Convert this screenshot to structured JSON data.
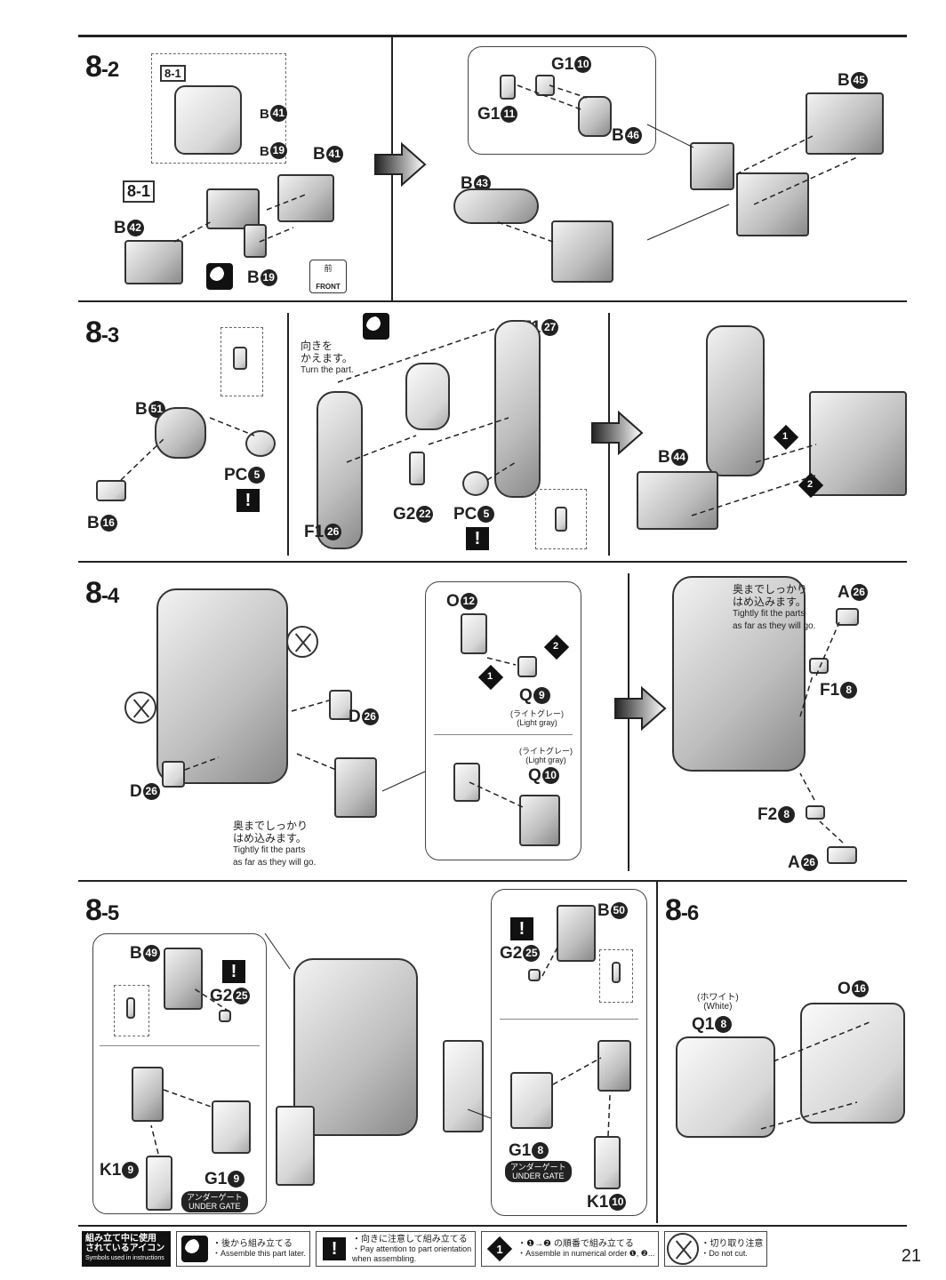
{
  "steps": {
    "s82": {
      "title_main": "8",
      "title_sub": "-2"
    },
    "s83": {
      "title_main": "8",
      "title_sub": "-3"
    },
    "s84": {
      "title_main": "8",
      "title_sub": "-4"
    },
    "s85": {
      "title_main": "8",
      "title_sub": "-5"
    },
    "s86": {
      "title_main": "8",
      "title_sub": "-6"
    }
  },
  "s82_labels": {
    "ref_small": "8-1",
    "ref_big": "8-1",
    "b41_a": "B",
    "b41_a_n": "41",
    "b19_a": "B",
    "b19_a_n": "19",
    "b41_b": "B",
    "b41_b_n": "41",
    "b42": "B",
    "b42_n": "42",
    "b19_b": "B",
    "b19_b_n": "19",
    "g1_10": "G1",
    "g1_10_n": "10",
    "g1_11": "G1",
    "g1_11_n": "11",
    "b46": "B",
    "b46_n": "46",
    "b45": "B",
    "b45_n": "45",
    "b43": "B",
    "b43_n": "43",
    "front_jp": "前",
    "front_en": "FRONT"
  },
  "s83_labels": {
    "b51": "B",
    "b51_n": "51",
    "pc5_a": "PC",
    "pc5_a_n": "5",
    "b16": "B",
    "b16_n": "16",
    "turn_jp1": "向きを",
    "turn_jp2": "かえます。",
    "turn_en": "Turn the part.",
    "f1_27": "F1",
    "f1_27_n": "27",
    "g2_22": "G2",
    "g2_22_n": "22",
    "pc5_b": "PC",
    "pc5_b_n": "5",
    "f1_26": "F1",
    "f1_26_n": "26",
    "b44": "B",
    "b44_n": "44",
    "order1": "1",
    "order2": "2"
  },
  "s84_labels": {
    "d26_a": "D",
    "d26_a_n": "26",
    "d26_b": "D",
    "d26_b_n": "26",
    "fit_jp1": "奥までしっかり",
    "fit_jp2": "はめ込みます。",
    "fit_en1": "Tightly fit the parts",
    "fit_en2": "as far as they will go.",
    "o12": "O",
    "o12_n": "12",
    "q9": "Q",
    "q9_n": "9",
    "q9_color_jp": "(ライトグレー)",
    "q9_color_en": "(Light gray)",
    "q10": "Q",
    "q10_n": "10",
    "q10_color_jp": "(ライトグレー)",
    "q10_color_en": "(Light gray)",
    "order1": "1",
    "order2": "2",
    "fit2_jp1": "奥までしっかり",
    "fit2_jp2": "はめ込みます。",
    "fit2_en1": "Tightly fit the parts",
    "fit2_en2": "as far as they will go.",
    "a26_a": "A",
    "a26_a_n": "26",
    "f1_8": "F1",
    "f1_8_n": "8",
    "f2_8": "F2",
    "f2_8_n": "8",
    "a26_b": "A",
    "a26_b_n": "26"
  },
  "s85_labels": {
    "b49": "B",
    "b49_n": "49",
    "g2_25_a": "G2",
    "g2_25_a_n": "25",
    "k1_9": "K1",
    "k1_9_n": "9",
    "g1_9": "G1",
    "g1_9_n": "9",
    "ug_a_jp": "アンダーゲート",
    "ug_a_en": "UNDER GATE",
    "b50": "B",
    "b50_n": "50",
    "g2_25_b": "G2",
    "g2_25_b_n": "25",
    "g1_8": "G1",
    "g1_8_n": "8",
    "ug_b_jp": "アンダーゲート",
    "ug_b_en": "UNDER GATE",
    "k1_10": "K1",
    "k1_10_n": "10"
  },
  "s86_labels": {
    "q18_color_jp": "(ホワイト)",
    "q18_color_en": "(White)",
    "q18": "Q1",
    "q18_n": "8",
    "o16": "O",
    "o16_n": "16"
  },
  "legend": {
    "title_jp1": "組み立て中に使用",
    "title_jp2": "されているアイコン",
    "title_en": "Symbols used in instructions",
    "later_jp": "・後から組み立てる",
    "later_en": "・Assemble this part later.",
    "orient_jp": "・向きに注意して組み立てる",
    "orient_en1": "・Pay attention to part orientation",
    "orient_en2": "when assembling.",
    "order_jp": "・❶→❷ の順番で組み立てる",
    "order_en": "・Assemble in numerical order ❶, ❷...",
    "order_num": "1",
    "cut_jp": "・切り取り注意",
    "cut_en": "・Do not cut.",
    "excl": "!"
  },
  "page_number": "21"
}
